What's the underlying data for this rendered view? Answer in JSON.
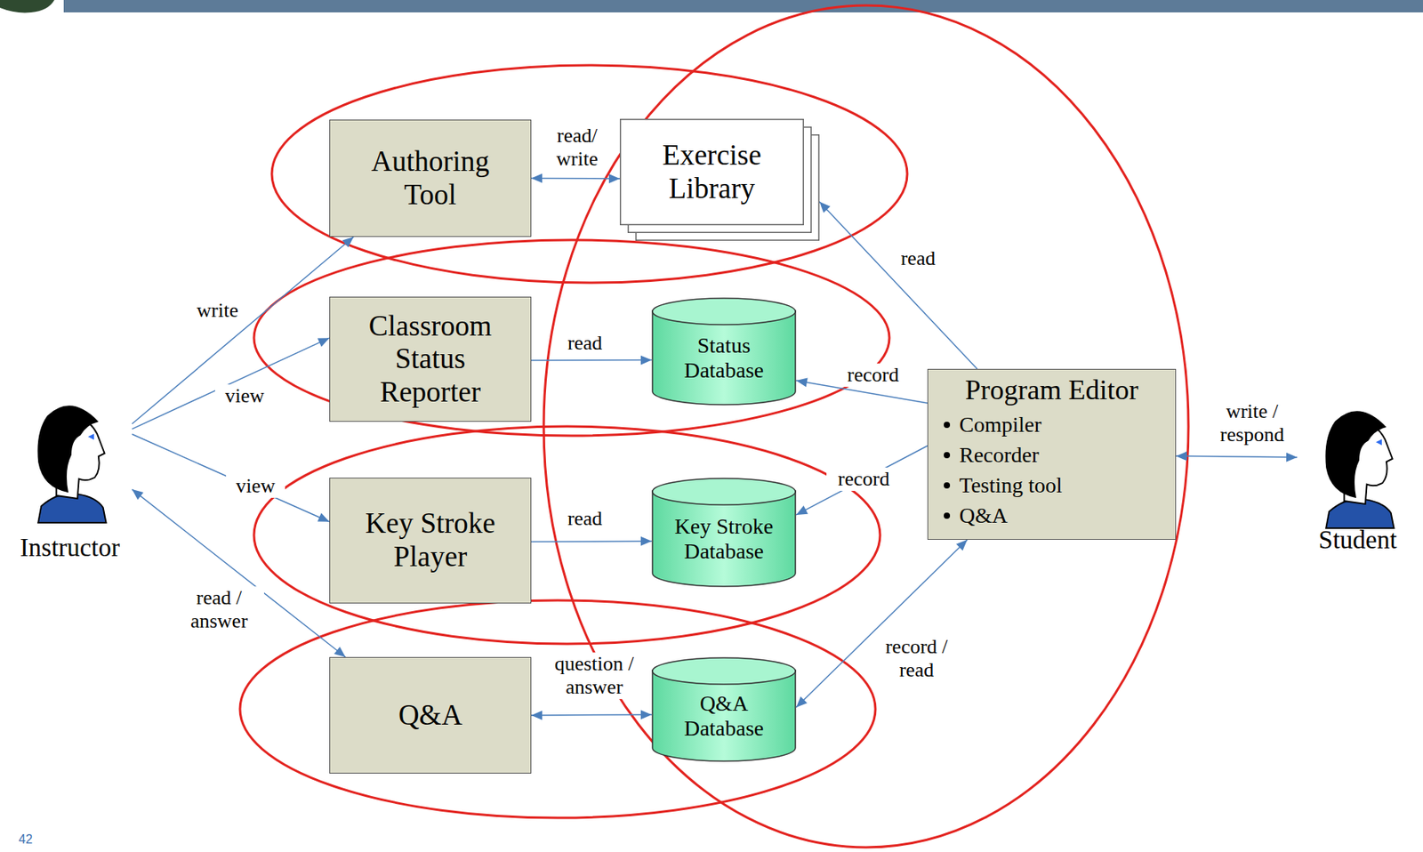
{
  "diagram": {
    "nodes": [
      {
        "text": [
          "Authoring Tool"
        ]
      },
      {
        "text": [
          "Exercise Library"
        ]
      },
      {
        "text": [
          "Instructor"
        ]
      },
      {
        "text": [
          "Classroom Status Reporter"
        ]
      },
      {
        "text": [
          "Status Database"
        ]
      },
      {
        "text": [
          "Program Editor",
          "Compiler",
          "Recorder",
          "Testing tool",
          "Q&A"
        ]
      },
      {
        "text": [
          "Student"
        ]
      },
      {
        "text": [
          "Key Stroke Player"
        ]
      },
      {
        "text": [
          "Key Stroke Database"
        ]
      },
      {
        "text": [
          "Q&A"
        ]
      },
      {
        "text": [
          "Q&A Database"
        ]
      }
    ],
    "edges": [
      {
        "from": 2,
        "to": 0,
        "label": "write",
        "arrow": "to"
      },
      {
        "from": 0,
        "to": 1,
        "label": "read/ write",
        "arrow": "both"
      },
      {
        "from": 2,
        "to": 3,
        "label": "view",
        "arrow": "to"
      },
      {
        "from": 3,
        "to": 4,
        "label": "read",
        "arrow": "to"
      },
      {
        "from": 5,
        "to": 1,
        "label": "read",
        "arrow": "to"
      },
      {
        "from": 5,
        "to": 4,
        "label": "record",
        "arrow": "to"
      },
      {
        "from": 2,
        "to": 7,
        "label": "view",
        "arrow": "to"
      },
      {
        "from": 7,
        "to": 8,
        "label": "read",
        "arrow": "to"
      },
      {
        "from": 5,
        "to": 8,
        "label": "record",
        "arrow": "to"
      },
      {
        "from": 5,
        "to": 6,
        "label": "write / respond",
        "arrow": "both"
      },
      {
        "from": 2,
        "to": 9,
        "label": "read / answer",
        "arrow": "both"
      },
      {
        "from": 9,
        "to": 10,
        "label": "question / answer",
        "arrow": "both"
      },
      {
        "from": 5,
        "to": 10,
        "label": "record / read",
        "arrow": "both"
      }
    ],
    "labels": [
      "42"
    ]
  }
}
